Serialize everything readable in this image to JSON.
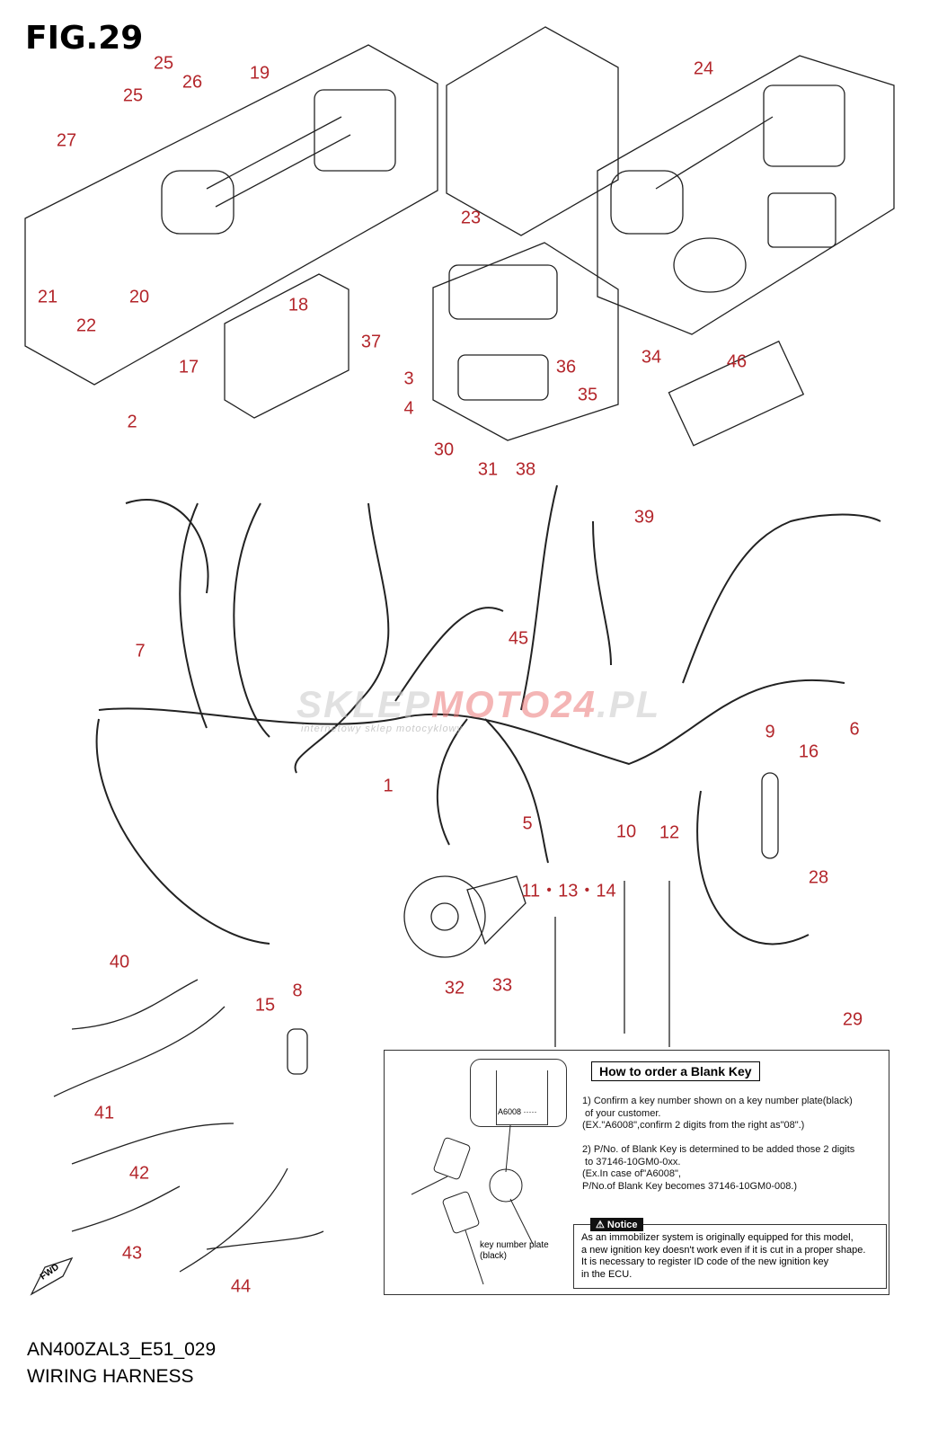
{
  "figure_title": "FIG.29",
  "footer": {
    "model_code": "AN400ZAL3_E51_029",
    "section_title": "WIRING HARNESS"
  },
  "label_color": "#b3262b",
  "watermark": {
    "brand_a": "SKLEP",
    "brand_b": "MOTO24",
    "brand_c": ".PL",
    "tagline": "internetowy sklep motocyklowy"
  },
  "callouts": [
    "25",
    "26",
    "19",
    "25",
    "27",
    "21",
    "22",
    "20",
    "23",
    "24",
    "18",
    "17",
    "37",
    "3",
    "4",
    "36",
    "34",
    "35",
    "46",
    "2",
    "30",
    "31",
    "38",
    "39",
    "7",
    "45",
    "1",
    "9",
    "16",
    "6",
    "5",
    "10",
    "12",
    "28",
    "11・13・14",
    "32",
    "33",
    "29",
    "40",
    "8",
    "15",
    "41",
    "42",
    "43",
    "44"
  ],
  "fwd_arrow": "FWD",
  "blank_key": {
    "heading": "How to order a Blank Key",
    "step1": [
      "1) Confirm a key number shown on a key number plate(black)",
      " of your customer.",
      "(EX.\"A6008\",confirm 2 digits from the right as\"08\".)"
    ],
    "step2": [
      "2) P/No. of Blank Key is determined to be added those 2 digits",
      " to 37146-10GM0-0xx.",
      "(Ex.In case of\"A6008\",",
      "P/No.of Blank Key becomes 37146-10GM0-008.)"
    ],
    "plate_number": "A6008 ·····",
    "plate_caption": [
      "key number plate",
      "(black)"
    ],
    "notice_label": "⚠ Notice",
    "notice": [
      "As an immobilizer system is originally equipped for this model,",
      "a new ignition key doesn't work even if it is cut in a proper shape.",
      "It is necessary to register ID code of the new ignition key",
      "in the ECU."
    ]
  }
}
